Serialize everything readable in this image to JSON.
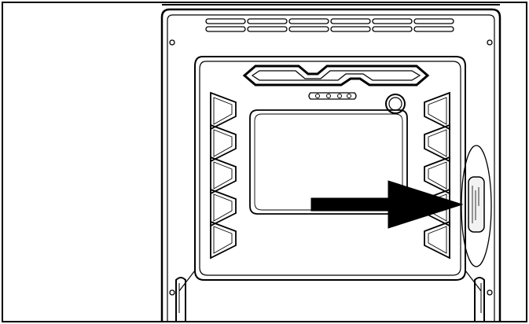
{
  "figure": {
    "subject": "oven-cavity-front-view",
    "callout": "rating-plate-location",
    "arrow_direction": "right",
    "left_side_panel_count": 5,
    "right_side_panel_count": 5,
    "top_vent_slot_count": 6
  },
  "colors": {
    "stroke": "#000000",
    "background": "#ffffff",
    "plate_fill": "#f2f2f2"
  },
  "icons": {
    "arrow": "arrow-right-icon",
    "callout": "ellipse-highlight-icon",
    "bulb": "oven-lamp-icon"
  }
}
